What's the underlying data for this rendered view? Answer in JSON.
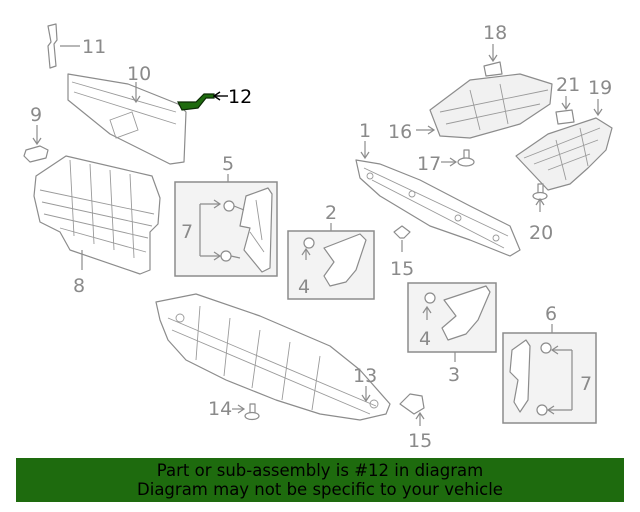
{
  "callouts": {
    "c1": "1",
    "c2": "2",
    "c3": "3",
    "c4a": "4",
    "c4b": "4",
    "c5": "5",
    "c6": "6",
    "c7a": "7",
    "c7b": "7",
    "c8": "8",
    "c9": "9",
    "c10": "10",
    "c11": "11",
    "c12": "12",
    "c13": "13",
    "c14": "14",
    "c15a": "15",
    "c15b": "15",
    "c16": "16",
    "c17": "17",
    "c18": "18",
    "c19": "19",
    "c20": "20",
    "c21": "21"
  },
  "highlight": {
    "part": "12",
    "color": "#1e6b0e"
  },
  "banner": {
    "line1": "Part or sub-assembly is #12 in diagram",
    "line2": "Diagram may not be specific to your vehicle",
    "background": "#1e6b0e"
  }
}
